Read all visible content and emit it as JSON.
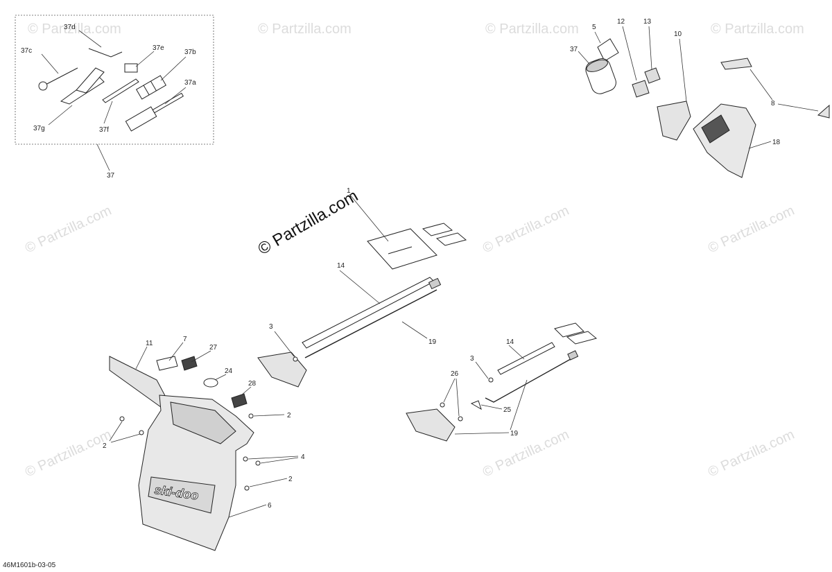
{
  "watermark": {
    "text": "© Partzilla.com",
    "main_text": "© Partzilla.com"
  },
  "drawing_id": "46M1601b-03-05",
  "kit_callouts": {
    "group": "37",
    "items": [
      "37d",
      "37c",
      "37e",
      "37b",
      "37a",
      "37g",
      "37f"
    ]
  },
  "callouts": {
    "c1": "1",
    "c2a": "2",
    "c2b": "2",
    "c2c": "2",
    "c3a": "3",
    "c3b": "3",
    "c4": "4",
    "c5": "5",
    "c6": "6",
    "c7": "7",
    "c8": "8",
    "c10": "10",
    "c11": "11",
    "c12": "12",
    "c13": "13",
    "c14a": "14",
    "c14b": "14",
    "c18": "18",
    "c19a": "19",
    "c19b": "19",
    "c24": "24",
    "c25": "25",
    "c26": "26",
    "c27": "27",
    "c28": "28",
    "c37": "37"
  },
  "logo_text": "ski-doo"
}
